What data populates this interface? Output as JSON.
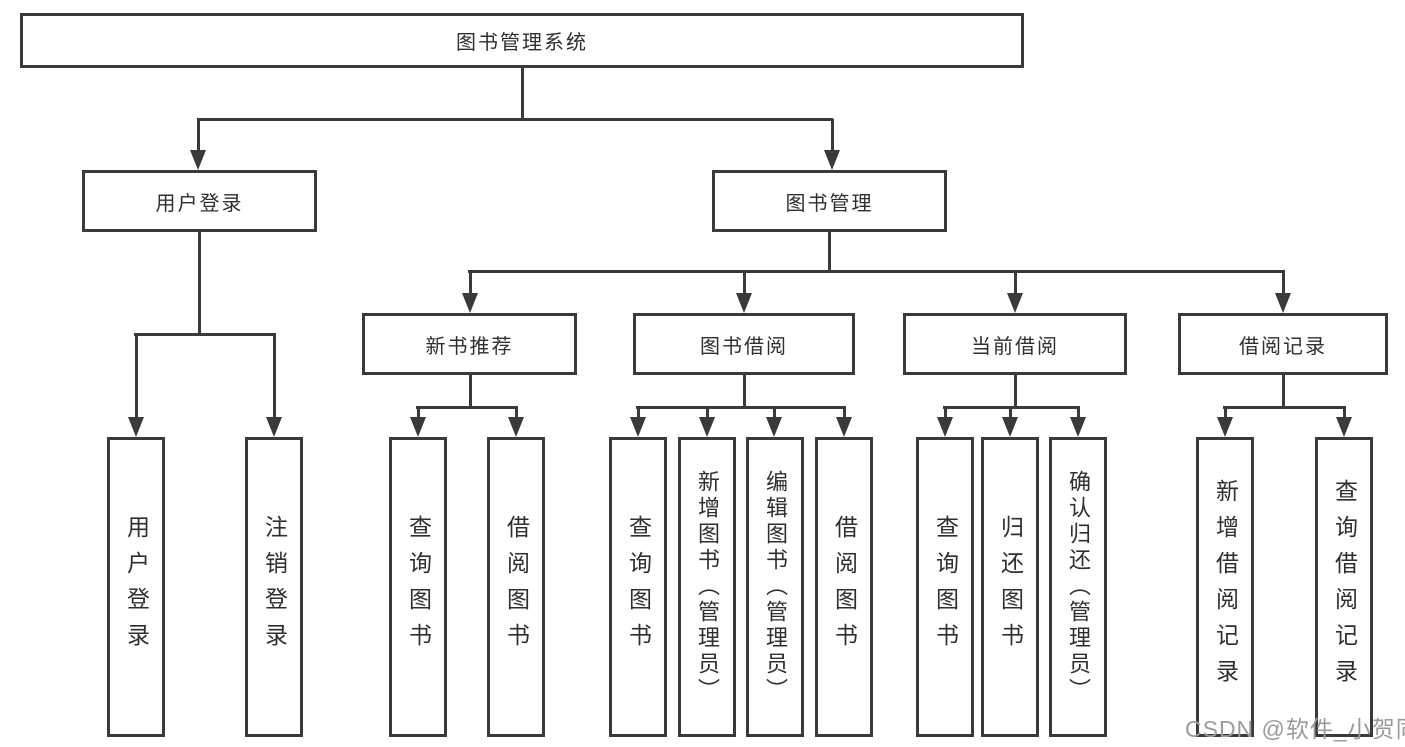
{
  "watermark": "CSDN @软件_小贺同学",
  "colors": {
    "line": "#3a3a3a",
    "text": "#2f2f2f",
    "watermark_gray": "#9b9b9b",
    "background": "#ffffff"
  },
  "diagram": {
    "title": "图书管理系统",
    "root": {
      "label": "图书管理系统"
    },
    "level2": [
      {
        "label": "用户登录"
      },
      {
        "label": "图书管理"
      }
    ],
    "level3": [
      {
        "label": "新书推荐",
        "parent": "图书管理"
      },
      {
        "label": "图书借阅",
        "parent": "图书管理"
      },
      {
        "label": "当前借阅",
        "parent": "图书管理"
      },
      {
        "label": "借阅记录",
        "parent": "图书管理"
      }
    ],
    "level4": [
      {
        "label": "用户登录",
        "parent": "用户登录"
      },
      {
        "label": "注销登录",
        "parent": "用户登录"
      },
      {
        "label": "查询图书",
        "parent": "新书推荐"
      },
      {
        "label": "借阅图书",
        "parent": "新书推荐"
      },
      {
        "label": "查询图书",
        "parent": "图书借阅"
      },
      {
        "label": "新增图书（管理员）",
        "parent": "图书借阅"
      },
      {
        "label": "编辑图书（管理员）",
        "parent": "图书借阅"
      },
      {
        "label": "借阅图书",
        "parent": "图书借阅"
      },
      {
        "label": "查询图书",
        "parent": "当前借阅"
      },
      {
        "label": "归还图书",
        "parent": "当前借阅"
      },
      {
        "label": "确认归还（管理员）",
        "parent": "当前借阅"
      },
      {
        "label": "新增借阅记录",
        "parent": "借阅记录"
      },
      {
        "label": "查询借阅记录",
        "parent": "借阅记录"
      }
    ]
  }
}
